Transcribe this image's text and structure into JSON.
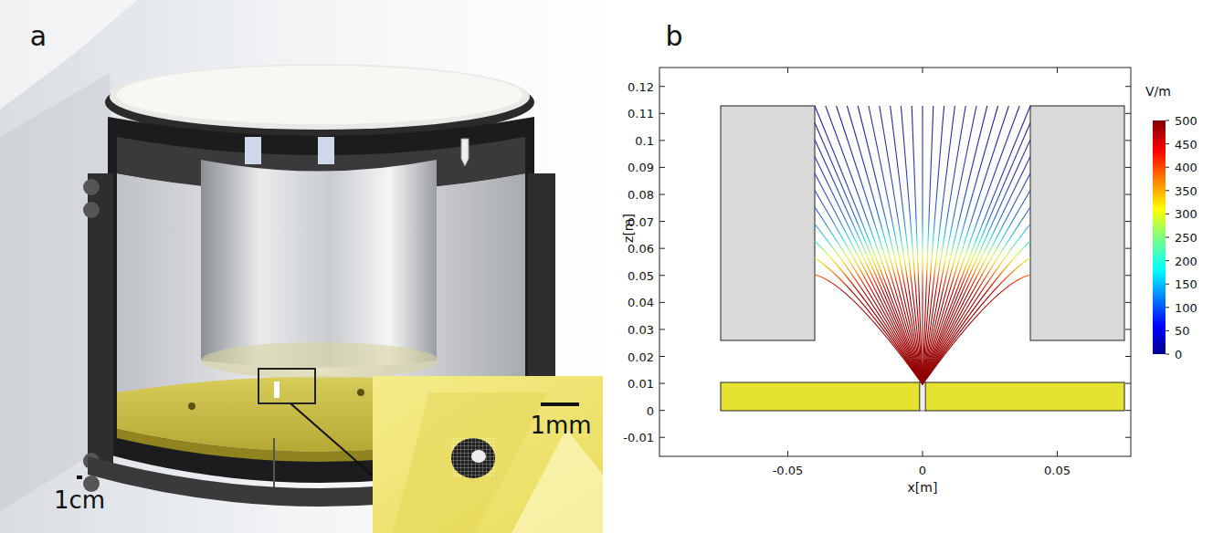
{
  "diagram": {
    "labels": [
      "a",
      "1mm",
      "1cm",
      "b",
      "0.12",
      "0.11",
      "0.1",
      "0.09",
      "0.08",
      "0.07",
      "0.06",
      "0.05",
      "0.04",
      "0.03",
      "0.02",
      "0.01",
      "0",
      "-0.01",
      "z[m]",
      "-0.05",
      "0",
      "0.05",
      "x[m]",
      "V/m",
      "500",
      "450",
      "400",
      "350",
      "300",
      "250",
      "200",
      "150",
      "100",
      "50",
      "0"
    ]
  }
}
